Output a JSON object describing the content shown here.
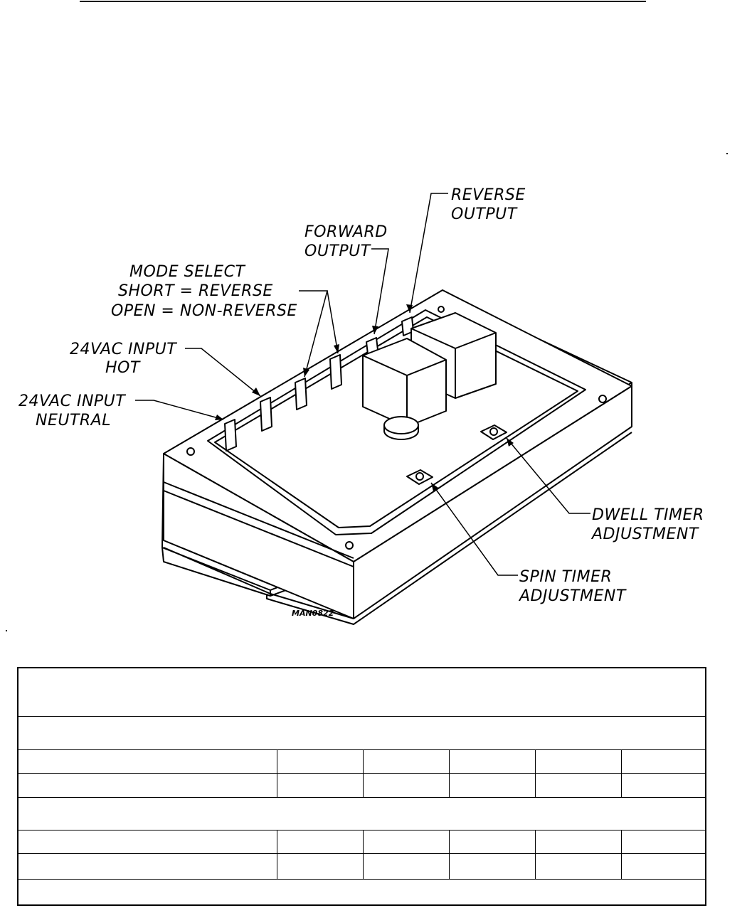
{
  "diagram": {
    "labels": {
      "reverse_output": [
        "REVERSE",
        "OUTPUT"
      ],
      "forward_output": [
        "FORWARD",
        "OUTPUT"
      ],
      "mode_select": [
        "MODE SELECT",
        "SHORT = REVERSE",
        "OPEN = NON-REVERSE"
      ],
      "input_hot": [
        "24VAC INPUT",
        "HOT"
      ],
      "input_neutral": [
        "24VAC INPUT",
        "NEUTRAL"
      ],
      "dwell_timer": [
        "DWELL TIMER",
        "ADJUSTMENT"
      ],
      "spin_timer": [
        "SPIN TIMER",
        "ADJUSTMENT"
      ]
    },
    "drawing_code": "MAN0822"
  },
  "table": {
    "title": "",
    "section_1": "",
    "section_1_rows": [
      [
        "",
        "",
        "",
        "",
        "",
        ""
      ],
      [
        "",
        "",
        "",
        "",
        "",
        ""
      ]
    ],
    "section_2": "",
    "section_2_rows": [
      [
        "",
        "",
        "",
        "",
        "",
        ""
      ],
      [
        "",
        "",
        "",
        "",
        "",
        ""
      ]
    ],
    "footer": ""
  }
}
